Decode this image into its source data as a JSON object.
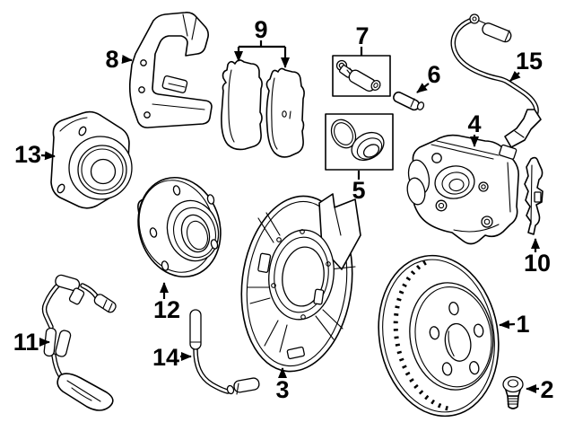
{
  "diagram": {
    "background_color": "#ffffff",
    "line_color": "#000000",
    "callouts": [
      {
        "number": "1",
        "part": "brake-rotor"
      },
      {
        "number": "2",
        "part": "rotor-set-screw"
      },
      {
        "number": "3",
        "part": "splash-shield"
      },
      {
        "number": "4",
        "part": "brake-caliper"
      },
      {
        "number": "5",
        "part": "caliper-seal-kit"
      },
      {
        "number": "6",
        "part": "guide-pin"
      },
      {
        "number": "7",
        "part": "guide-bolt-kit"
      },
      {
        "number": "8",
        "part": "caliper-mounting-bracket"
      },
      {
        "number": "9",
        "part": "brake-pad-set"
      },
      {
        "number": "10",
        "part": "retaining-spring"
      },
      {
        "number": "11",
        "part": "pad-wear-sensor"
      },
      {
        "number": "12",
        "part": "wheel-hub"
      },
      {
        "number": "13",
        "part": "wheel-bearing-assembly"
      },
      {
        "number": "14",
        "part": "brake-hose"
      },
      {
        "number": "15",
        "part": "wheel-speed-sensor"
      }
    ]
  }
}
